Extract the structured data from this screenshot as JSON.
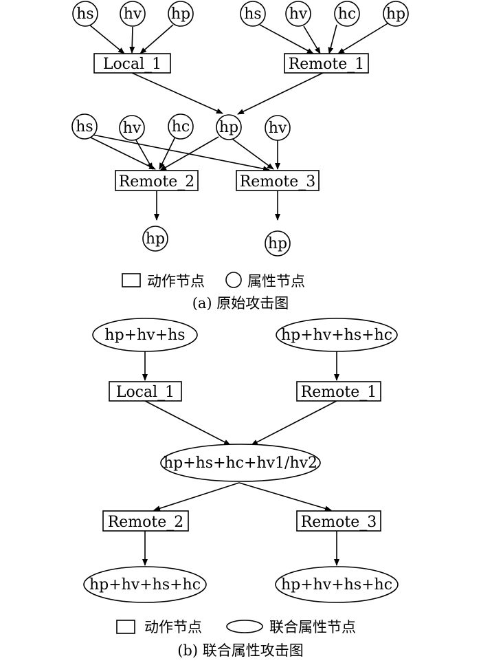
{
  "diagram_a": {
    "attr_nodes": [
      "hs",
      "hv",
      "hp",
      "hs",
      "hv",
      "hc",
      "hp",
      "hs",
      "hv",
      "hc",
      "hp",
      "hv",
      "hp",
      "hp"
    ],
    "action_nodes": [
      "Local_1",
      "Remote_1",
      "Remote_2",
      "Remote_3"
    ],
    "legend_action": "动作节点",
    "legend_attr": "属性节点",
    "caption": "(a) 原始攻击图"
  },
  "diagram_b": {
    "attr_nodes": [
      "hp+hv+hs",
      "hp+hv+hs+hc",
      "hp+hs+hc+hv1/hv2",
      "hp+hv+hs+hc",
      "hp+hv+hs+hc"
    ],
    "action_nodes": [
      "Local_1",
      "Remote_1",
      "Remote_2",
      "Remote_3"
    ],
    "legend_action": "动作节点",
    "legend_attr": "联合属性节点",
    "caption": "(b) 联合属性攻击图"
  }
}
